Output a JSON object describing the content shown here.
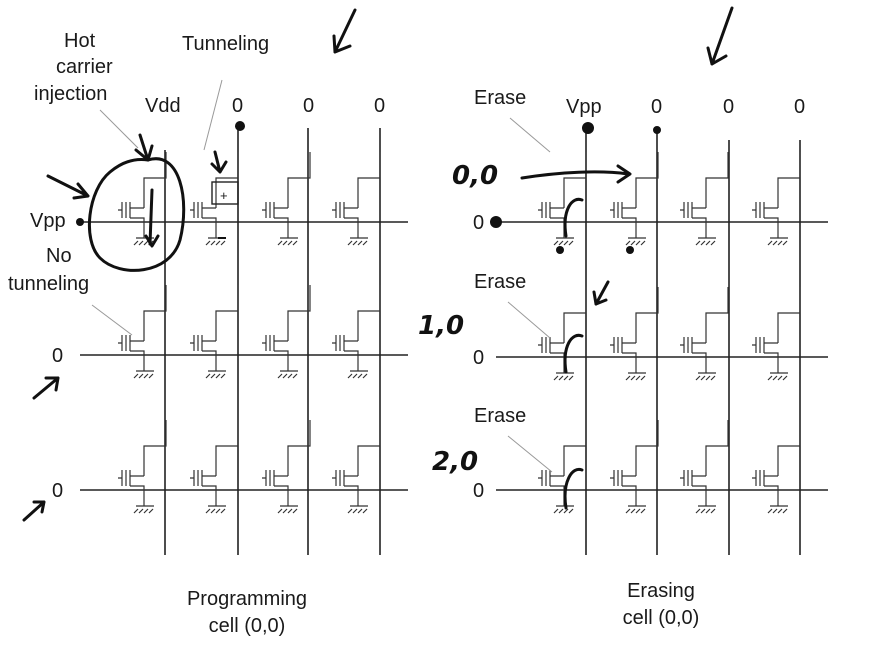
{
  "left_panel": {
    "caption_line1": "Programming",
    "caption_line2": "cell (0,0)",
    "bitline_values": [
      "0",
      "0",
      "0"
    ],
    "wordline_values": [
      "0",
      "0"
    ],
    "labels": {
      "hot_carrier_1": "Hot",
      "hot_carrier_2": "carrier",
      "hot_carrier_3": "injection",
      "vdd": "Vdd",
      "tunneling": "Tunneling",
      "vpp": "Vpp",
      "no_tunneling_1": "No",
      "no_tunneling_2": "tunneling"
    }
  },
  "right_panel": {
    "caption_line1": "Erasing",
    "caption_line2": "cell (0,0)",
    "bitline_vpp": "Vpp",
    "bitline_values": [
      "0",
      "0",
      "0"
    ],
    "wordline_values": [
      "0",
      "0",
      "0"
    ],
    "erase_labels": [
      "Erase",
      "Erase",
      "Erase"
    ],
    "handwritten_cells": [
      "0,0",
      "1,0",
      "2,0"
    ]
  }
}
